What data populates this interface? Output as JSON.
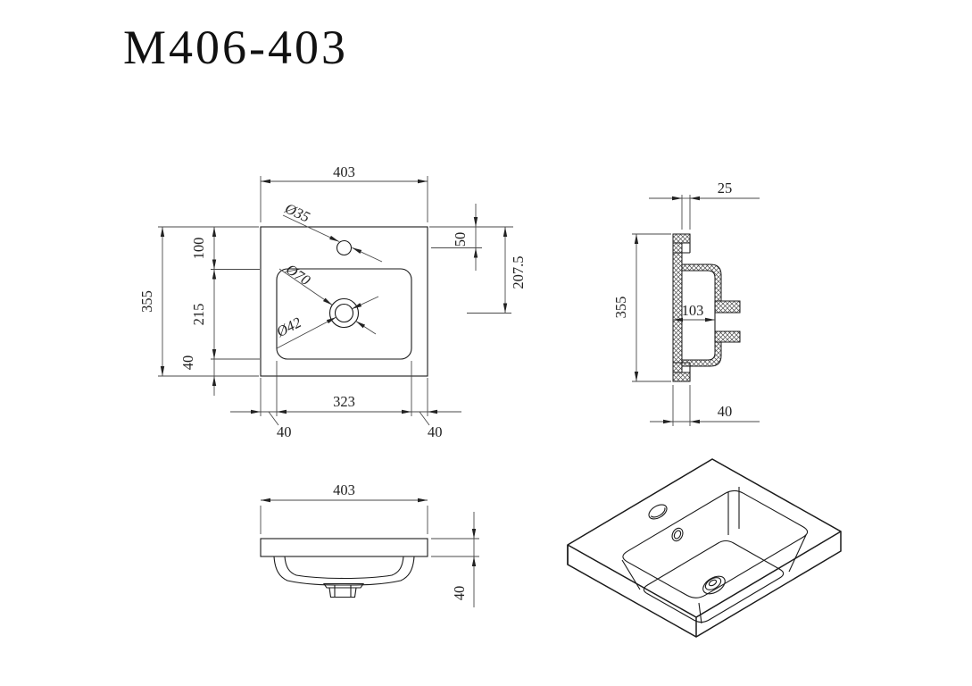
{
  "title": "M406-403",
  "colors": {
    "line": "#1a1a1a",
    "dimension_line": "#4a4a4a",
    "background": "#ffffff"
  },
  "plan": {
    "width": "403",
    "depth": "355",
    "d_back": "100",
    "d_basin": "215",
    "d_front": "40",
    "faucet_offset": "50",
    "drain_offset": "207.5",
    "basin_width": "323",
    "margin_left": "40",
    "margin_right": "40",
    "faucet_dia": "Ø35",
    "drain_outer": "Ø70",
    "drain_inner": "Ø42"
  },
  "side": {
    "thk": "25",
    "depth": "355",
    "bowl": "103",
    "apron": "40"
  },
  "front": {
    "width": "403",
    "apron": "40"
  }
}
